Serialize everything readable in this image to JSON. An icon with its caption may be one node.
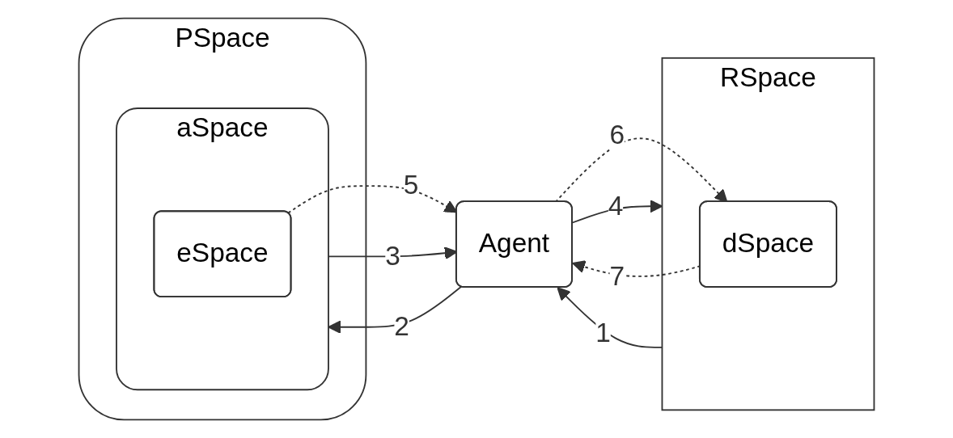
{
  "diagram": {
    "nodes": [
      {
        "text": [
          "PSpace"
        ]
      },
      {
        "text": [
          "aSpace"
        ],
        "in": 0
      },
      {
        "text": [
          "eSpace"
        ],
        "in": 1
      },
      {
        "text": [
          "Agent"
        ]
      },
      {
        "text": [
          "RSpace"
        ]
      },
      {
        "text": [
          "dSpace"
        ],
        "in": 4
      }
    ],
    "edges": [
      {
        "from": 4,
        "to": 3,
        "arrow": "to",
        "label": "1"
      },
      {
        "from": 3,
        "to": 1,
        "arrow": "to",
        "label": "2"
      },
      {
        "from": 1,
        "to": 3,
        "arrow": "to",
        "label": "3"
      },
      {
        "from": 3,
        "to": 4,
        "arrow": "to",
        "label": "4"
      },
      {
        "from": 2,
        "to": 3,
        "arrow": "to",
        "label": "5",
        "style": "dashed"
      },
      {
        "from": 3,
        "to": 5,
        "arrow": "to",
        "label": "6",
        "style": "dashed"
      },
      {
        "from": 5,
        "to": 3,
        "arrow": "to",
        "label": "7",
        "style": "dashed"
      }
    ]
  }
}
